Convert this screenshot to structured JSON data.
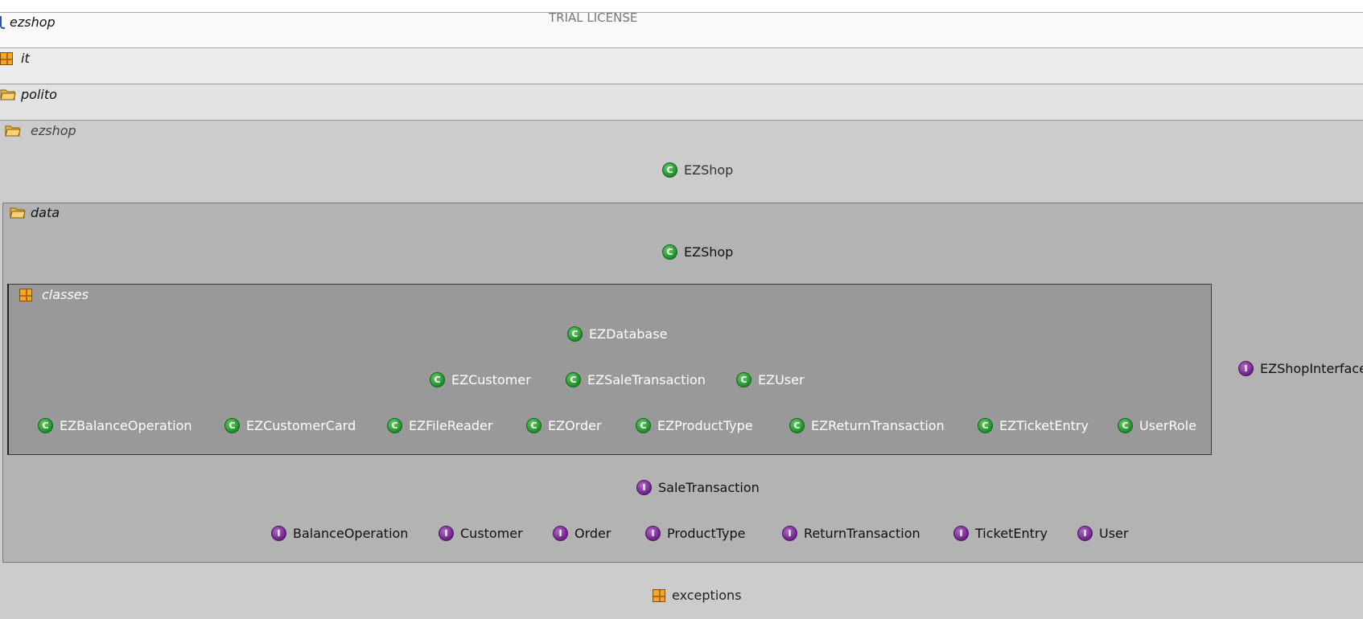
{
  "watermark": "TRIAL LICENSE",
  "colors": {
    "class_badge": "#2e9b3a",
    "interface_badge": "#7b2d91",
    "package_icon": "#f0a830",
    "band_root": "#fafafa",
    "band_it": "#ececec",
    "band_polito": "#e2e2e2",
    "band_ezshop": "#cccccc",
    "band_data": "#b3b3b3",
    "band_classes": "#999999"
  },
  "packages": {
    "root": {
      "label": "ezshop",
      "icon": "project-icon"
    },
    "it": {
      "label": "it",
      "icon": "package-icon"
    },
    "polito": {
      "label": "polito",
      "icon": "folder-icon"
    },
    "ezshop": {
      "label": "ezshop",
      "icon": "folder-icon"
    },
    "data": {
      "label": "data",
      "icon": "folder-icon"
    },
    "classes": {
      "label": "classes",
      "icon": "package-icon"
    }
  },
  "ezshop_pkg": {
    "class": {
      "label": "EZShop",
      "kind": "C"
    },
    "exceptions": {
      "label": "exceptions",
      "kind": "package"
    }
  },
  "data_pkg": {
    "class": {
      "label": "EZShop",
      "kind": "C"
    },
    "interface_right": {
      "label": "EZShopInterface",
      "kind": "I"
    },
    "interfaces_row1": [
      {
        "label": "SaleTransaction",
        "kind": "I"
      }
    ],
    "interfaces_row2": [
      {
        "label": "BalanceOperation",
        "kind": "I"
      },
      {
        "label": "Customer",
        "kind": "I"
      },
      {
        "label": "Order",
        "kind": "I"
      },
      {
        "label": "ProductType",
        "kind": "I"
      },
      {
        "label": "ReturnTransaction",
        "kind": "I"
      },
      {
        "label": "TicketEntry",
        "kind": "I"
      },
      {
        "label": "User",
        "kind": "I"
      }
    ]
  },
  "classes_pkg": {
    "row1": [
      {
        "label": "EZDatabase",
        "kind": "C"
      }
    ],
    "row2": [
      {
        "label": "EZCustomer",
        "kind": "C"
      },
      {
        "label": "EZSaleTransaction",
        "kind": "C"
      },
      {
        "label": "EZUser",
        "kind": "C"
      }
    ],
    "row3": [
      {
        "label": "EZBalanceOperation",
        "kind": "C"
      },
      {
        "label": "EZCustomerCard",
        "kind": "C"
      },
      {
        "label": "EZFileReader",
        "kind": "C"
      },
      {
        "label": "EZOrder",
        "kind": "C"
      },
      {
        "label": "EZProductType",
        "kind": "C"
      },
      {
        "label": "EZReturnTransaction",
        "kind": "C"
      },
      {
        "label": "EZTicketEntry",
        "kind": "C"
      },
      {
        "label": "UserRole",
        "kind": "C"
      }
    ]
  }
}
